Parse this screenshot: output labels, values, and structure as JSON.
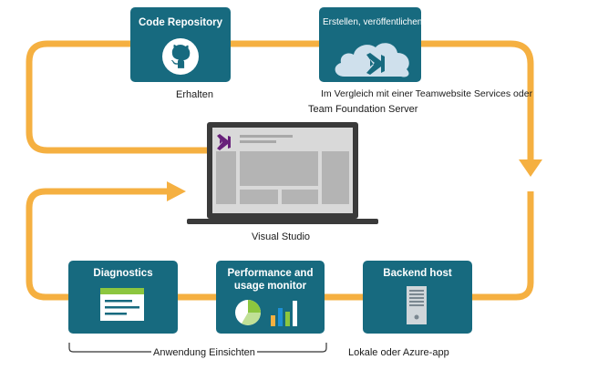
{
  "tiles": {
    "code_repository": "Code Repository",
    "publish": "Erstellen, veröffentlichen",
    "diagnostics": "Diagnostics",
    "performance": "Performance and usage monitor",
    "backend": "Backend host"
  },
  "captions": {
    "get": "Erhalten",
    "compare_line1": "Im Vergleich mit einer Teamwebsite Services oder",
    "compare_line2": "Team Foundation Server",
    "visual_studio": "Visual Studio",
    "insights": "Anwendung Einsichten",
    "local_azure": "Lokale oder Azure-app"
  },
  "colors": {
    "tile": "#176a7f",
    "flow_arrow": "#f5b041",
    "vs_purple": "#68217a",
    "chart_green": "#8cc63f",
    "chart_blue": "#1e8fd6",
    "cloud": "#cfe0ec"
  }
}
